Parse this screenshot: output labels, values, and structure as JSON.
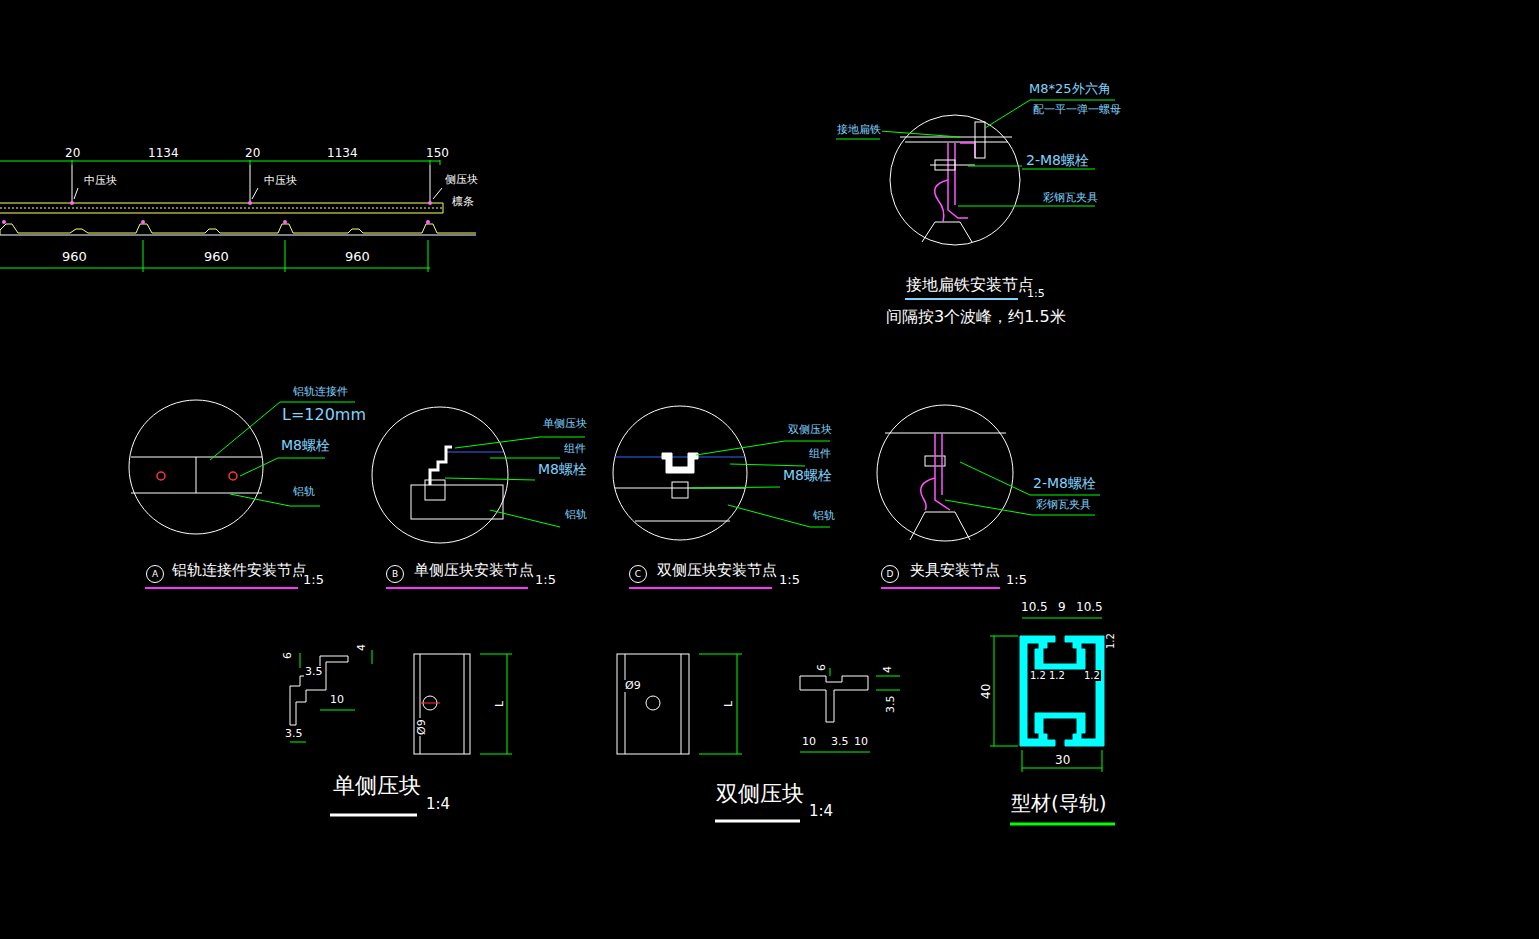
{
  "diagram": {
    "nodes": [
      {
        "text": [
          "A"
        ]
      },
      {
        "text": [
          "B"
        ]
      },
      {
        "text": [
          "C"
        ]
      },
      {
        "text": [
          "D"
        ]
      }
    ],
    "labels": [
      "20",
      "1134",
      "20",
      "1134",
      "150",
      "中压块",
      "中压块",
      "侧压块",
      "檩条",
      "960",
      "960",
      "960",
      "M8*25外六角",
      "配一平一弹一螺母",
      "接地扁铁",
      "2-M8螺栓",
      "彩钢瓦夹具",
      "接地扁铁安装节点",
      "1:5",
      "间隔按3个波峰，约1.5米",
      "铝轨连接件",
      "L=120mm",
      "M8螺栓",
      "铝轨",
      "铝轨连接件安装节点",
      "1:5",
      "单侧压块",
      "组件",
      "M8螺栓",
      "铝轨",
      "单侧压块安装节点",
      "1:5",
      "双侧压块",
      "组件",
      "M8螺栓",
      "铝轨",
      "双侧压块安装节点",
      "1:5",
      "2-M8螺栓",
      "彩钢瓦夹具",
      "夹具安装节点",
      "1:5",
      "6",
      "4",
      "3.5",
      "10",
      "3.5",
      "Ø9",
      "L",
      "单侧压块",
      "1:4",
      "Ø9",
      "L",
      "6",
      "4",
      "3.5",
      "10",
      "3.5",
      "10",
      "双侧压块",
      "1:4",
      "10.5",
      "9",
      "10.5",
      "1.2",
      "1.2",
      "1.2",
      "1.2",
      "40",
      "30",
      "型材(导轨)"
    ]
  }
}
